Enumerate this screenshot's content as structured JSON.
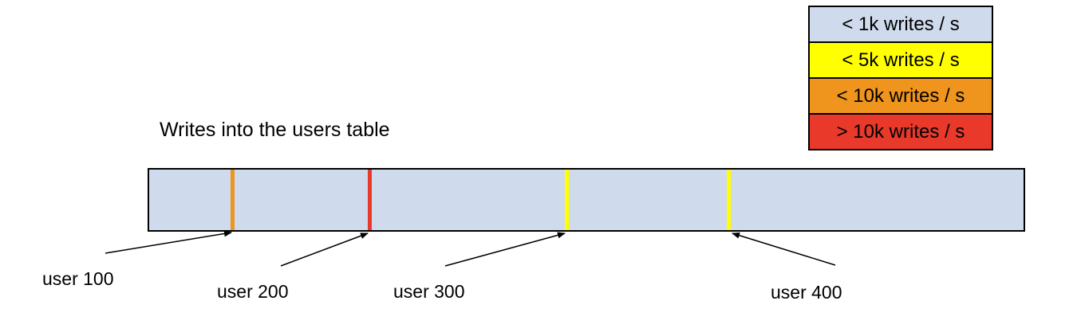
{
  "title": "Writes into the users table",
  "legend": {
    "items": [
      {
        "label": "< 1k writes / s",
        "color": "#cfdbed"
      },
      {
        "label": "< 5k writes / s",
        "color": "#ffff00"
      },
      {
        "label": "< 10k writes / s",
        "color": "#ef941d"
      },
      {
        "label": "> 10k writes / s",
        "color": "#e8392a"
      }
    ]
  },
  "bar": {
    "fill_color": "#cfdbed",
    "border_color": "#000000",
    "markers": [
      {
        "user": "user 100",
        "color": "#ef941d"
      },
      {
        "user": "user 200",
        "color": "#e8392a"
      },
      {
        "user": "user 300",
        "color": "#ffff00"
      },
      {
        "user": "user 400",
        "color": "#ffff00"
      }
    ]
  }
}
